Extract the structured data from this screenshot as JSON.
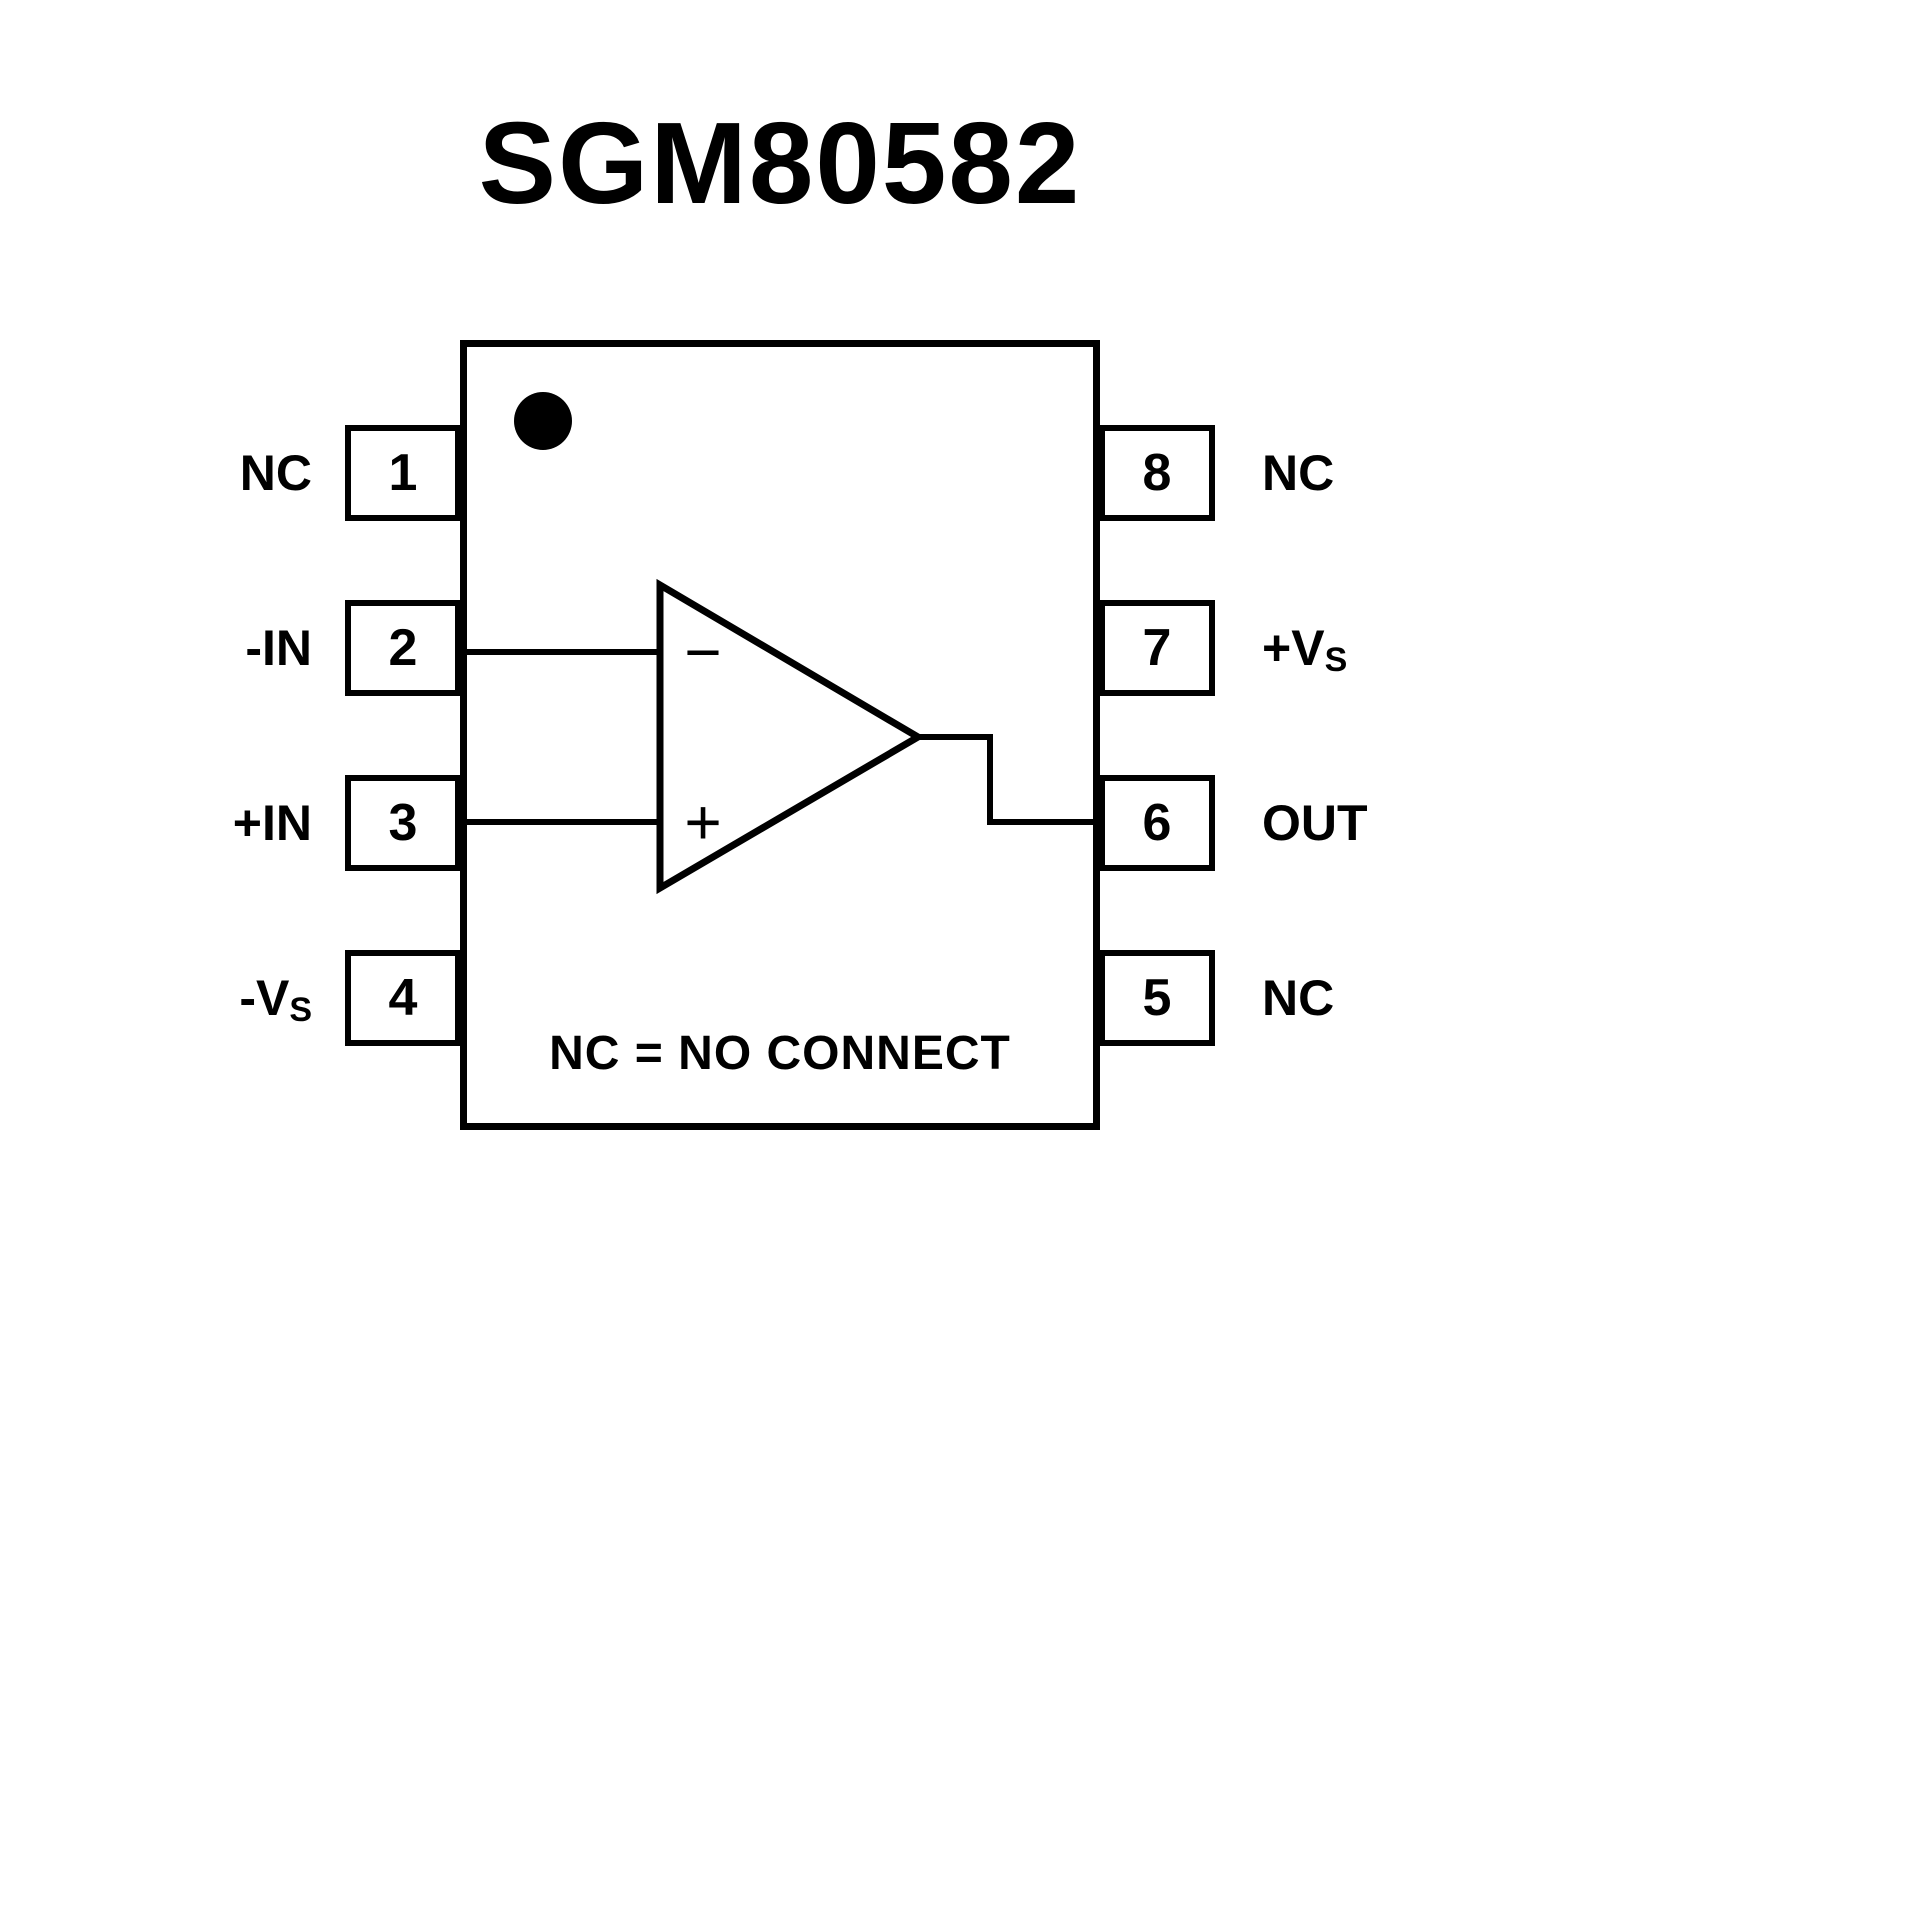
{
  "title": "SGM80582",
  "ic": {
    "note": "NC = NO CONNECT"
  },
  "opamp": {
    "inverting_sign": "−",
    "noninverting_sign": "+"
  },
  "pins": {
    "left": [
      {
        "number": "1",
        "label": "NC",
        "sub": ""
      },
      {
        "number": "2",
        "label": "-IN",
        "sub": ""
      },
      {
        "number": "3",
        "label": "+IN",
        "sub": ""
      },
      {
        "number": "4",
        "label": "-V",
        "sub": "S"
      }
    ],
    "right": [
      {
        "number": "8",
        "label": "NC",
        "sub": ""
      },
      {
        "number": "7",
        "label": "+V",
        "sub": "S"
      },
      {
        "number": "6",
        "label": "OUT",
        "sub": ""
      },
      {
        "number": "5",
        "label": "NC",
        "sub": ""
      }
    ]
  }
}
